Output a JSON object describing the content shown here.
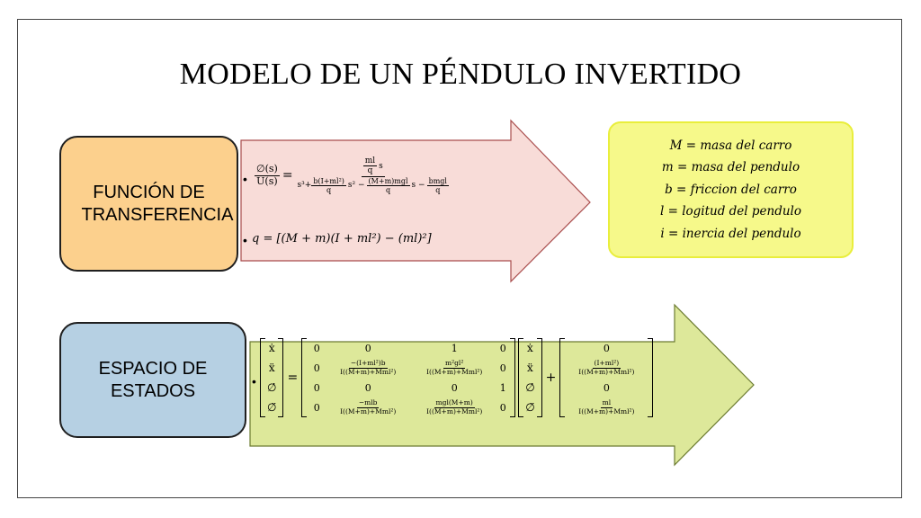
{
  "slide": {
    "title": "MODELO DE UN PÉNDULO INVERTIDO"
  },
  "boxes": {
    "transfer_function": "FUNCIÓN DE TRANSFERENCIA",
    "state_space": "ESPACIO DE ESTADOS"
  },
  "variables": [
    "M =  masa del carro",
    "m =  masa del pendulo",
    "b =  friccion del carro",
    "l =  logitud del pendulo",
    "i =  inercia del pendulo"
  ],
  "transfer": {
    "lhs_num": "∅(s)",
    "lhs_den": "U(s)",
    "eq": "=",
    "rhs_num_frac_num": "ml",
    "rhs_num_frac_den": "q",
    "rhs_num_s": "s",
    "den_term1": "s³+",
    "den_frac1_num": "b(I+ml²)",
    "den_frac1_den": "q",
    "den_s2": "s² −",
    "den_frac2_num": "(M+m)mgl",
    "den_frac2_den": "q",
    "den_s": "s −",
    "den_frac3_num": "bmgl",
    "den_frac3_den": "q",
    "q_def": "q = [(M + m)(I + ml²) − (ml)²]"
  },
  "state_space": {
    "lhs_vec": [
      "ẋ",
      "ẍ",
      "∅̇",
      "∅̈"
    ],
    "eq": "=",
    "A": [
      [
        {
          "t": "0"
        },
        {
          "t": "0"
        },
        {
          "t": "1"
        },
        {
          "t": "0"
        }
      ],
      [
        {
          "t": "0"
        },
        {
          "n": "−(I+ml²)b",
          "d": "I((M+m)+Mml²)"
        },
        {
          "n": "m²gl²",
          "d": "I((M+m)+Mml²)"
        },
        {
          "t": "0"
        }
      ],
      [
        {
          "t": "0"
        },
        {
          "t": "0"
        },
        {
          "t": "0"
        },
        {
          "t": "1"
        }
      ],
      [
        {
          "t": "0"
        },
        {
          "n": "−mlb",
          "d": "I((M+m)+Mml²)"
        },
        {
          "n": "mgl(M+m)",
          "d": "I((M+m)+Mml²)"
        },
        {
          "t": "0"
        }
      ]
    ],
    "state_vec": [
      "ẋ",
      "ẍ",
      "∅̇",
      "∅̈"
    ],
    "plus": "+",
    "B": [
      {
        "t": "0"
      },
      {
        "n": "(I+ml²)",
        "d": "I((M+m)+Mml²)"
      },
      {
        "t": "0"
      },
      {
        "n": "ml",
        "d": "I((M+m)+Mml²)"
      }
    ]
  },
  "colors": {
    "tf_box": "#fcd08d",
    "ss_box": "#b6d0e3",
    "vars_box": "#f6f98a",
    "pink_arrow": "#f8dcd8",
    "green_arrow": "#dde89a"
  }
}
